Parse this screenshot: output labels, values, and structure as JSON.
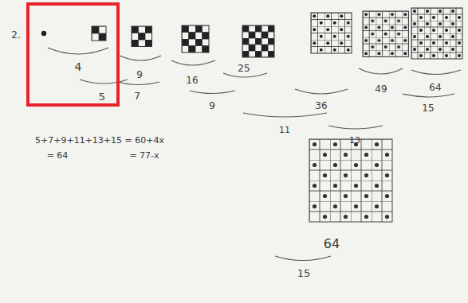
{
  "diagram": {
    "labels": [
      "2.",
      "4",
      "9",
      "16",
      "25",
      "36",
      "49",
      "64",
      "5",
      "7",
      "9",
      "11",
      "13",
      "15",
      "5+7+9+11+13+15 = 60+4x",
      "= 77-x",
      "= 64",
      "64",
      "15"
    ]
  }
}
